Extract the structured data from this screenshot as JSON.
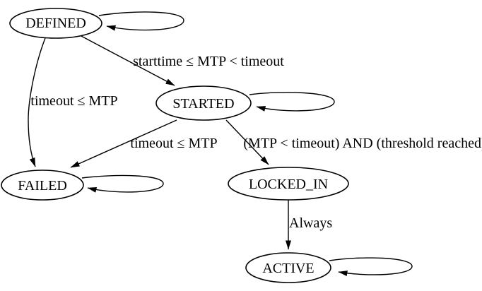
{
  "diagram": {
    "title": "state-machine-diagram",
    "background_color": "#ffffff",
    "stroke_color": "#000000",
    "text_color": "#000000",
    "node_fill_color": "#ffffff",
    "nodes": [
      {
        "id": "DEFINED",
        "label": "DEFINED",
        "self_loop": true
      },
      {
        "id": "STARTED",
        "label": "STARTED",
        "self_loop": true
      },
      {
        "id": "FAILED",
        "label": "FAILED",
        "self_loop": true
      },
      {
        "id": "LOCKED_IN",
        "label": "LOCKED_IN",
        "self_loop": false
      },
      {
        "id": "ACTIVE",
        "label": "ACTIVE",
        "self_loop": true
      }
    ],
    "edges": [
      {
        "from": "DEFINED",
        "to": "DEFINED",
        "label": ""
      },
      {
        "from": "DEFINED",
        "to": "STARTED",
        "label": "starttime ≤ MTP < timeout"
      },
      {
        "from": "DEFINED",
        "to": "FAILED",
        "label": "timeout ≤ MTP"
      },
      {
        "from": "STARTED",
        "to": "STARTED",
        "label": ""
      },
      {
        "from": "STARTED",
        "to": "FAILED",
        "label": "timeout ≤ MTP"
      },
      {
        "from": "STARTED",
        "to": "LOCKED_IN",
        "label": "(MTP < timeout) AND (threshold reached)"
      },
      {
        "from": "FAILED",
        "to": "FAILED",
        "label": ""
      },
      {
        "from": "LOCKED_IN",
        "to": "ACTIVE",
        "label": "Always"
      },
      {
        "from": "ACTIVE",
        "to": "ACTIVE",
        "label": ""
      }
    ]
  }
}
